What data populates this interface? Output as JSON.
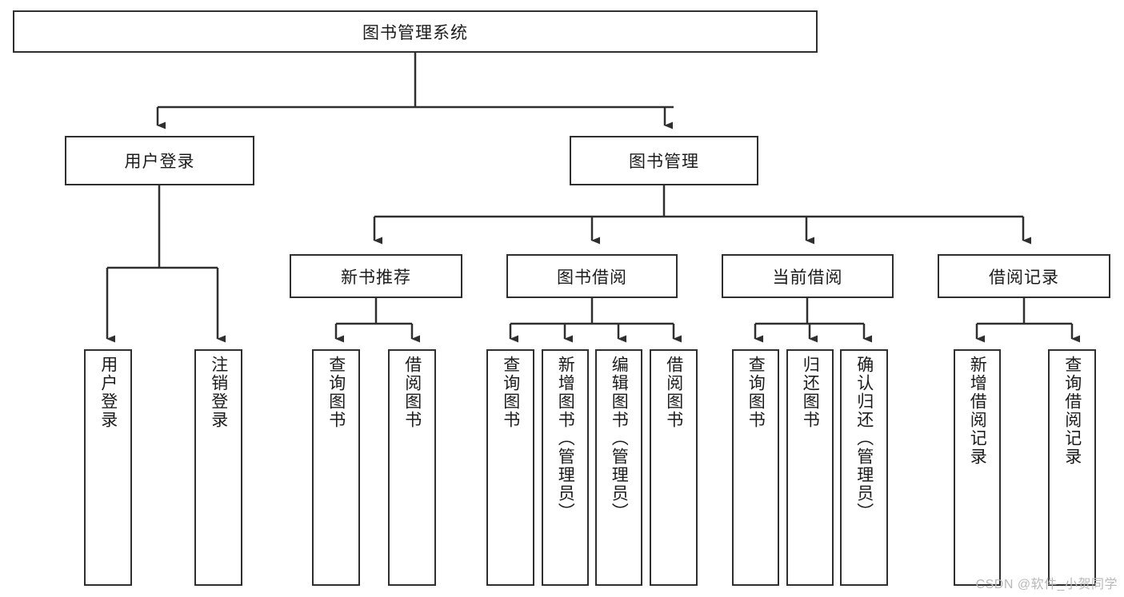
{
  "diagram": {
    "type": "tree-hierarchy-chart",
    "title_node": {
      "id": "root",
      "label": "图书管理系统"
    },
    "stroke_color": "#2f2f2f",
    "fill_color": "#ffffff",
    "text_color": "#1b1b1b",
    "level2": [
      {
        "id": "user-login",
        "label": "用户登录"
      },
      {
        "id": "book-manage",
        "label": "图书管理"
      }
    ],
    "level3": [
      {
        "id": "new-book-recommend",
        "label": "新书推荐"
      },
      {
        "id": "book-borrow",
        "label": "图书借阅"
      },
      {
        "id": "current-borrow",
        "label": "当前借阅"
      },
      {
        "id": "borrow-record",
        "label": "借阅记录"
      }
    ],
    "leaves": {
      "user_login": [
        {
          "id": "leaf-user-login",
          "label": "用户登录"
        },
        {
          "id": "leaf-logout-login",
          "label": "注销登录"
        }
      ],
      "new_book_recommend": [
        {
          "id": "leaf-query-book-1",
          "label": "查询图书"
        },
        {
          "id": "leaf-borrow-book-1",
          "label": "借阅图书"
        }
      ],
      "book_borrow": [
        {
          "id": "leaf-query-book-2",
          "label": "查询图书"
        },
        {
          "id": "leaf-add-book-admin",
          "label": "新增图书（管理员）"
        },
        {
          "id": "leaf-edit-book-admin",
          "label": "编辑图书（管理员）"
        },
        {
          "id": "leaf-borrow-book-2",
          "label": "借阅图书"
        }
      ],
      "current_borrow": [
        {
          "id": "leaf-query-book-3",
          "label": "查询图书"
        },
        {
          "id": "leaf-return-book",
          "label": "归还图书"
        },
        {
          "id": "leaf-confirm-return-admin",
          "label": "确认归还（管理员）"
        }
      ],
      "borrow_record": [
        {
          "id": "leaf-add-borrow-record",
          "label": "新增借阅记录"
        },
        {
          "id": "leaf-query-borrow-record",
          "label": "查询借阅记录"
        }
      ]
    }
  },
  "watermark": {
    "text": "CSDN @软件_小贺同学"
  }
}
